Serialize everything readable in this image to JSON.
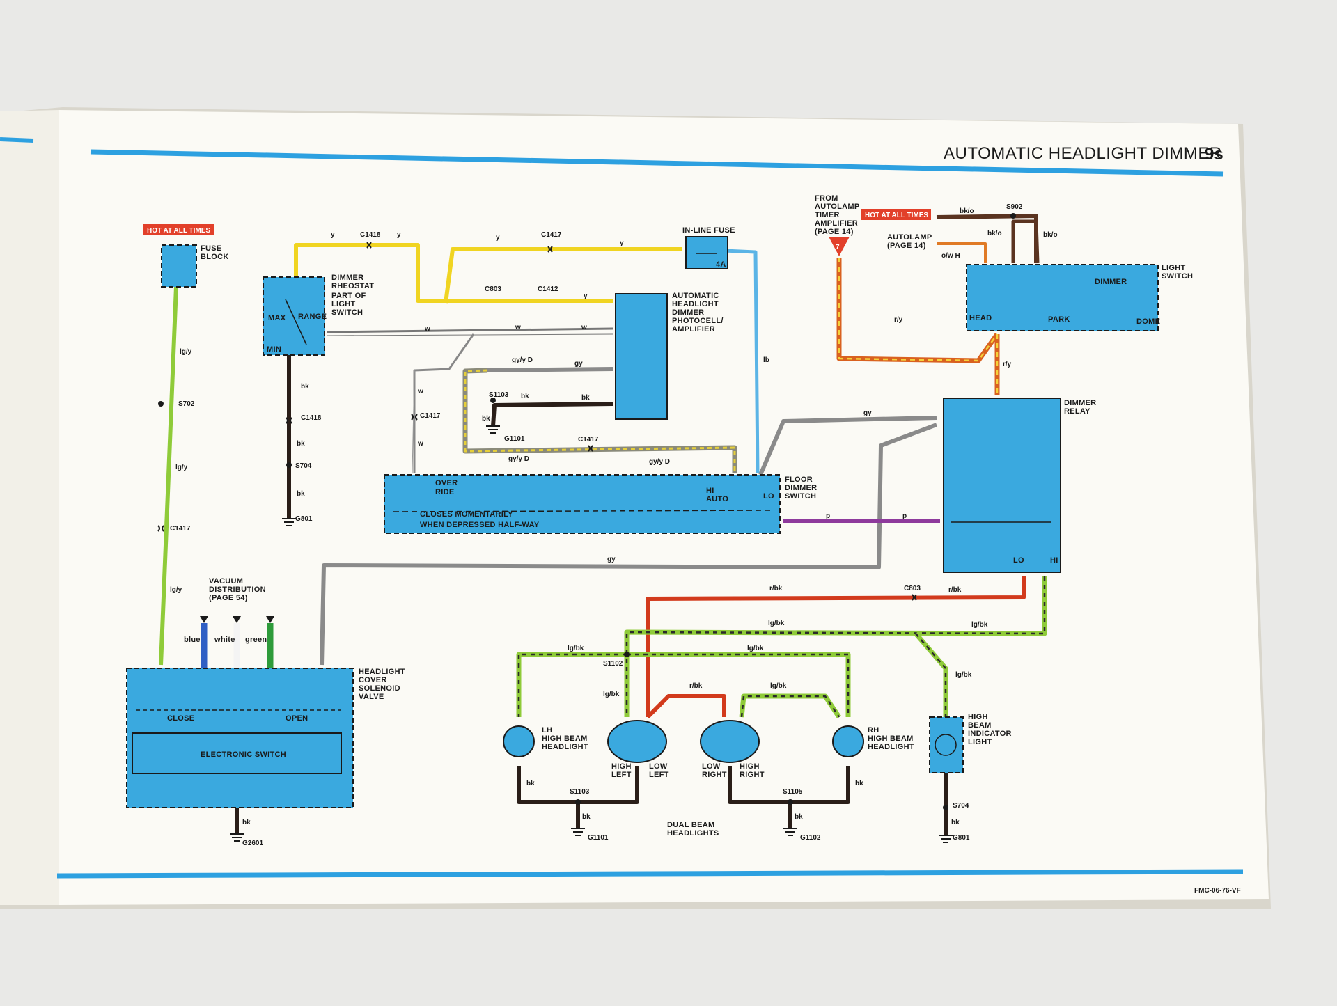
{
  "header": {
    "title": "AUTOMATIC HEADLIGHT DIMMER",
    "page": "9s"
  },
  "footer": {
    "code": "FMC-06-76-VF"
  },
  "labels": {
    "hot_at_all_times": "HOT AT ALL TIMES",
    "marker_7": "7"
  },
  "components": {
    "fuse_block": [
      "FUSE",
      "BLOCK"
    ],
    "rheostat": [
      "DIMMER",
      "RHEOSTAT",
      "PART OF",
      "LIGHT",
      "SWITCH"
    ],
    "rheostat_max": "MAX",
    "rheostat_range": "RANGE",
    "rheostat_min": "MIN",
    "in_line_fuse": "IN-LINE FUSE",
    "fuse_rating": "4A",
    "amplifier": [
      "AUTOMATIC",
      "HEADLIGHT",
      "DIMMER",
      "PHOTOCELL/",
      "AMPLIFIER"
    ],
    "override": [
      "OVER",
      "RIDE"
    ],
    "closes": [
      "CLOSES MOMENTARILY",
      "WHEN DEPRESSED HALF-WAY"
    ],
    "floor_hi": "HI",
    "floor_auto": "AUTO",
    "floor_lo": "LO",
    "floor_switch": [
      "FLOOR",
      "DIMMER",
      "SWITCH"
    ],
    "from_autolamp": [
      "FROM",
      "AUTOLAMP",
      "TIMER",
      "AMPLIFIER",
      "(PAGE 14)"
    ],
    "autolamp": [
      "AUTOLAMP",
      "(PAGE 14)"
    ],
    "light_switch": [
      "LIGHT",
      "SWITCH"
    ],
    "ls_head": "HEAD",
    "ls_park": "PARK",
    "ls_dimmer": "DIMMER",
    "ls_dome": "DOME",
    "dimmer_relay": [
      "DIMMER",
      "RELAY"
    ],
    "relay_lo": "LO",
    "relay_hi": "HI",
    "vacuum": [
      "VACUUM",
      "DISTRIBUTION",
      "(PAGE 54)"
    ],
    "hose_blue": "blue",
    "hose_white": "white",
    "hose_green": "green",
    "valve": [
      "HEADLIGHT",
      "COVER",
      "SOLENOID",
      "VALVE"
    ],
    "valve_close": "CLOSE",
    "valve_open": "OPEN",
    "electronic_switch": "ELECTRONIC SWITCH",
    "lh_headlight": [
      "LH",
      "HIGH BEAM",
      "HEADLIGHT"
    ],
    "rh_headlight": [
      "RH",
      "HIGH BEAM",
      "HEADLIGHT"
    ],
    "high_left": [
      "HIGH",
      "LEFT"
    ],
    "low_left": [
      "LOW",
      "LEFT"
    ],
    "low_right": [
      "LOW",
      "RIGHT"
    ],
    "high_right": [
      "HIGH",
      "RIGHT"
    ],
    "dual_beam": [
      "DUAL BEAM",
      "HEADLIGHTS"
    ],
    "indicator": [
      "HIGH",
      "BEAM",
      "INDICATOR",
      "LIGHT"
    ]
  },
  "ids": {
    "c1418": "C1418",
    "c1417": "C1417",
    "c803": "C803",
    "c1412": "C1412",
    "s702": "S702",
    "s704": "S704",
    "s1103": "S1103",
    "s1102": "S1102",
    "s1105": "S1105",
    "s902": "S902",
    "g801": "G801",
    "g1101": "G1101",
    "g1102": "G1102",
    "g2601": "G2601"
  },
  "wire_codes": {
    "y": "y",
    "w": "w",
    "bk": "bk",
    "gy": "gy",
    "gy_y_d": "gy/y D",
    "lb": "lb",
    "lg_y": "lg/y",
    "p": "p",
    "r_y": "r/y",
    "bk_o": "bk/o",
    "o_w_h": "o/w H",
    "r_bk": "r/bk",
    "lg_bk": "lg/bk"
  },
  "colors": {
    "component_fill": "#3aa9df",
    "rule_blue": "#2da0e0",
    "hot_tag": "#e2402a",
    "wire_yellow": "#f0d421",
    "wire_light_green": "#8fcb39",
    "wire_red": "#d23a1c",
    "wire_gray": "#8a8a8a",
    "wire_purple": "#8e3a9c",
    "wire_orange": "#d9611f",
    "wire_brown": "#5a3320"
  }
}
